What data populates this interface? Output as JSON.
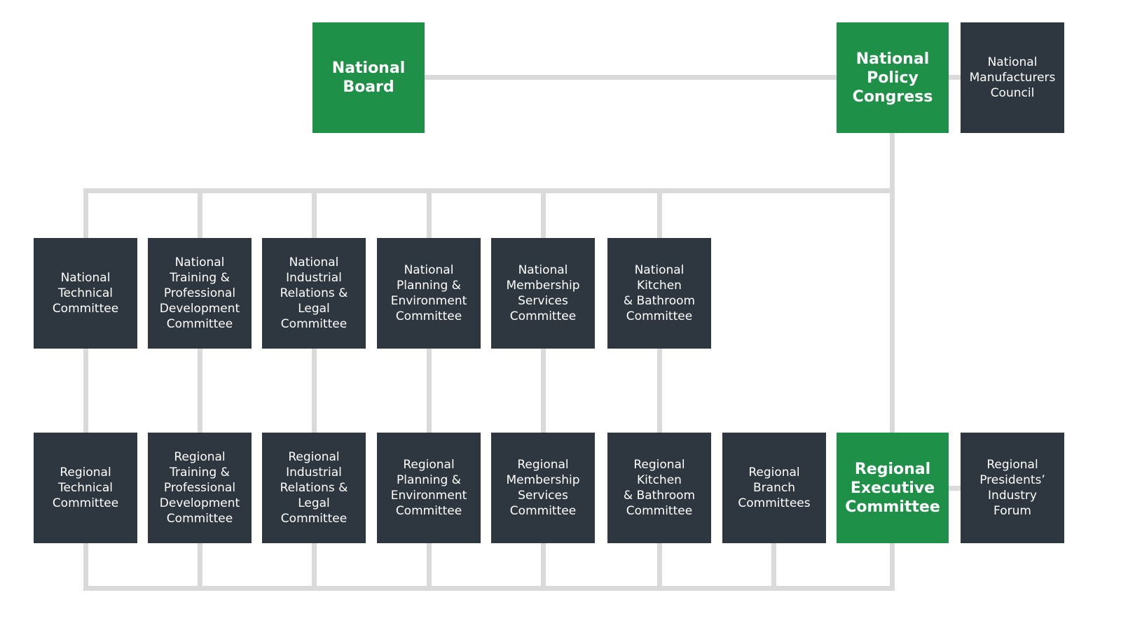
{
  "colors": {
    "green": "#1e9047",
    "dark": "#2e373f",
    "connector": "#dadada"
  },
  "top": {
    "national_board": "National\nBoard",
    "national_policy_congress": "National\nPolicy\nCongress",
    "national_manufacturers_council": "National\nManufacturers\nCouncil"
  },
  "national_committees": [
    "National\nTechnical\nCommittee",
    "National\nTraining &\nProfessional\nDevelopment\nCommittee",
    "National\nIndustrial\nRelations &\nLegal\nCommittee",
    "National\nPlanning &\nEnvironment\nCommittee",
    "National\nMembership\nServices\nCommittee",
    "National\nKitchen\n& Bathroom\nCommittee"
  ],
  "regional_committees": [
    "Regional\nTechnical\nCommittee",
    "Regional\nTraining &\nProfessional\nDevelopment\nCommittee",
    "Regional\nIndustrial\nRelations &\nLegal\nCommittee",
    "Regional\nPlanning &\nEnvironment\nCommittee",
    "Regional\nMembership\nServices\nCommittee",
    "Regional\nKitchen\n& Bathroom\nCommittee",
    "Regional\nBranch\nCommittees"
  ],
  "regional_executive_committee": "Regional\nExecutive\nCommittee",
  "regional_presidents_forum": "Regional\nPresidents’\nIndustry\nForum"
}
